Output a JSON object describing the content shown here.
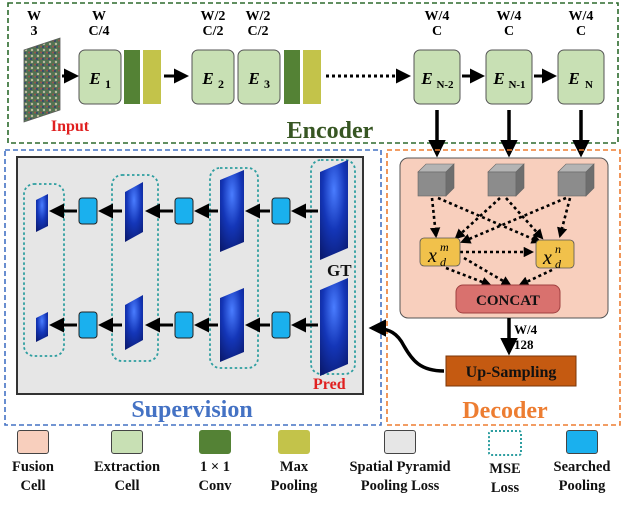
{
  "encoder": {
    "title": "Encoder",
    "input_label": "Input",
    "input_dims": {
      "top": "W",
      "bottom": "3"
    },
    "stages": [
      {
        "dim_top": "W",
        "dim_bottom": "C/4",
        "label": "E",
        "sub": "1"
      },
      {
        "dim_top": "W/2",
        "dim_bottom": "C/2",
        "label": "E",
        "sub": "2"
      },
      {
        "dim_top": "W/2",
        "dim_bottom": "C/2",
        "label": "E",
        "sub": "3"
      },
      {
        "dim_top": "W/4",
        "dim_bottom": "C",
        "label": "E",
        "sub": "N-2"
      },
      {
        "dim_top": "W/4",
        "dim_bottom": "C",
        "label": "E",
        "sub": "N-1"
      },
      {
        "dim_top": "W/4",
        "dim_bottom": "C",
        "label": "E",
        "sub": "N"
      }
    ]
  },
  "decoder": {
    "title": "Decoder",
    "node_m": {
      "base": "x",
      "sup": "m",
      "sub": "d"
    },
    "node_n": {
      "base": "x",
      "sup": "n",
      "sub": "d"
    },
    "concat_label": "CONCAT",
    "dim_top": "W/4",
    "dim_bottom": "128",
    "upsampling_label": "Up-Sampling"
  },
  "supervision": {
    "title": "Supervision",
    "gt_label": "GT",
    "pred_label": "Pred"
  },
  "legend": [
    {
      "line1": "Fusion",
      "line2": "Cell",
      "color": "#f8cfbd"
    },
    {
      "line1": "Extraction",
      "line2": "Cell",
      "color": "#c8e0b4"
    },
    {
      "line1": "1 × 1",
      "line2": "Conv",
      "color": "#548235"
    },
    {
      "line1": "Max",
      "line2": "Pooling",
      "color": "#c3c34a"
    },
    {
      "line1": "Spatial Pyramid",
      "line2": "Pooling Loss",
      "color": "#e6e6e6"
    },
    {
      "line1": "MSE",
      "line2": "Loss",
      "color": "#ffffff"
    },
    {
      "line1": "Searched",
      "line2": "Pooling",
      "color": "#1ab0ee"
    }
  ],
  "colors": {
    "encoder_border": "#2d6a2d",
    "encoder_title": "#375623",
    "supervision_border": "#4472c4",
    "supervision_title": "#4472c4",
    "decoder_border": "#ed7d31",
    "decoder_title": "#ed7d31",
    "input_label": "#e02020",
    "pred_label": "#e02020",
    "extraction_cell": "#c8e0b4",
    "fusion_cell": "#f8cfbd",
    "concat_fill": "#d9716e",
    "node_fill": "#f1c14b",
    "upsampling_fill": "#c55a11",
    "searched_pooling": "#1ab0ee",
    "mse_border": "#2e9ea0",
    "conv": "#548235",
    "maxpool": "#c3c34a",
    "spp_fill": "#e6e6e6"
  }
}
